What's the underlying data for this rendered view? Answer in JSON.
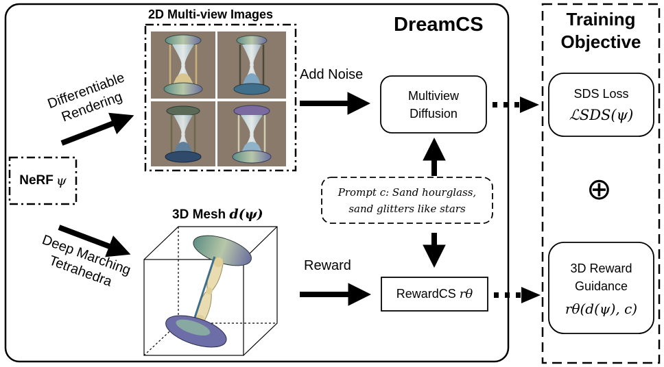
{
  "main_title": "DreamCS",
  "multiview_title": "2D Multi-view Images",
  "mesh_title_prefix": "3D Mesh ",
  "mesh_title_math": "d(ψ)",
  "nerf_label_bold": "NeRF",
  "nerf_label_math": "ψ",
  "diff_render_line1": "Differentiable",
  "diff_render_line2": "Rendering",
  "dmt_line1": "Deep Marching",
  "dmt_line2": "Tetrahedra",
  "add_noise": "Add Noise",
  "reward": "Reward",
  "multiview_diffusion_line1": "Multiview",
  "multiview_diffusion_line2": "Diffusion",
  "rewardcs_label": "RewardCS",
  "rewardcs_math": "rθ",
  "prompt_line1": "Prompt c: Sand hourglass,",
  "prompt_line2": "sand glitters like stars",
  "objective_title_line1": "Training",
  "objective_title_line2": "Objective",
  "sds_loss_label": "SDS Loss",
  "sds_loss_math": "ℒSDS(ψ)",
  "reward_guidance_line1": "3D Reward",
  "reward_guidance_line2": "Guidance",
  "reward_guidance_math": "rθ(d(ψ), c)",
  "oplus_symbol": "⊕",
  "colors": {
    "background": "#ffffff",
    "stroke": "#000000",
    "render_bg": "#8a7a6c"
  },
  "icons": [
    "hourglass-render-icon",
    "hourglass-mesh-icon",
    "arrow-icon"
  ]
}
